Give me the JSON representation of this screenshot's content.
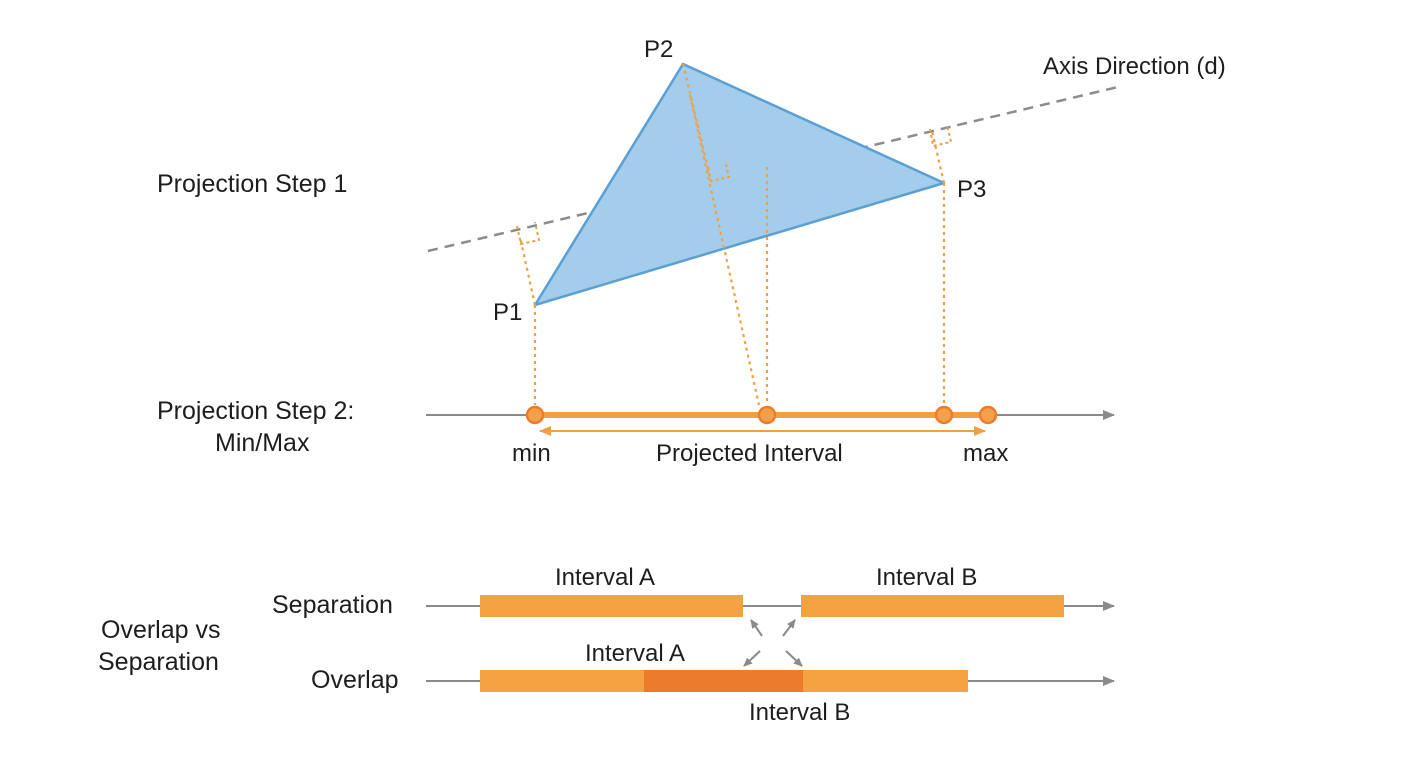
{
  "step1": {
    "label": "Projection Step 1"
  },
  "step2": {
    "label_line1": "Projection Step 2:",
    "label_line2": "Min/Max"
  },
  "axis": {
    "label": "Axis Direction (d)"
  },
  "vertices": {
    "p1": "P1",
    "p2": "P2",
    "p3": "P3"
  },
  "projection": {
    "min_label": "min",
    "max_label": "max",
    "interval_label": "Projected Interval"
  },
  "comparison": {
    "title_line1": "Overlap vs",
    "title_line2": "Separation",
    "separation_label": "Separation",
    "overlap_label": "Overlap",
    "sep_interval_a": "Interval A",
    "sep_interval_b": "Interval B",
    "ovl_interval_a": "Interval A",
    "ovl_interval_b": "Interval B"
  },
  "colors": {
    "triangle_fill": "#a3cdea",
    "triangle_stroke": "#5b9fd3",
    "orange": "#f0a043",
    "orange_dark": "#ec7b2c",
    "axis_gray": "#8a8a8a",
    "dashed_gray": "#8c8c8c"
  }
}
